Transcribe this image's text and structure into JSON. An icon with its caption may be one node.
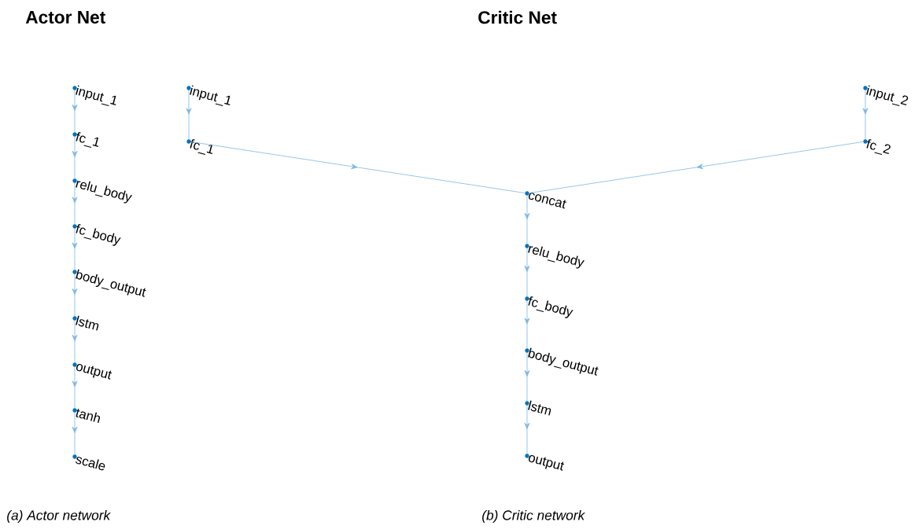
{
  "diagram": {
    "nodes": [
      {
        "text": [
          "input_1"
        ]
      },
      {
        "text": [
          "fc_1"
        ]
      },
      {
        "text": [
          "relu_body"
        ]
      },
      {
        "text": [
          "fc_body"
        ]
      },
      {
        "text": [
          "body_output"
        ]
      },
      {
        "text": [
          "lstm"
        ]
      },
      {
        "text": [
          "output"
        ]
      },
      {
        "text": [
          "tanh"
        ]
      },
      {
        "text": [
          "scale"
        ]
      },
      {
        "text": [
          "input_1"
        ]
      },
      {
        "text": [
          "input_2"
        ]
      },
      {
        "text": [
          "fc_1"
        ]
      },
      {
        "text": [
          "fc_2"
        ]
      },
      {
        "text": [
          "concat"
        ]
      },
      {
        "text": [
          "relu_body"
        ]
      },
      {
        "text": [
          "fc_body"
        ]
      },
      {
        "text": [
          "body_output"
        ]
      },
      {
        "text": [
          "lstm"
        ]
      },
      {
        "text": [
          "output"
        ]
      }
    ],
    "edges": [
      {
        "from": 0,
        "to": 1,
        "arrow": "to"
      },
      {
        "from": 1,
        "to": 2,
        "arrow": "to"
      },
      {
        "from": 2,
        "to": 3,
        "arrow": "to"
      },
      {
        "from": 3,
        "to": 4,
        "arrow": "to"
      },
      {
        "from": 4,
        "to": 5,
        "arrow": "to"
      },
      {
        "from": 5,
        "to": 6,
        "arrow": "to"
      },
      {
        "from": 6,
        "to": 7,
        "arrow": "to"
      },
      {
        "from": 7,
        "to": 8,
        "arrow": "to"
      },
      {
        "from": 9,
        "to": 11,
        "arrow": "to"
      },
      {
        "from": 10,
        "to": 12,
        "arrow": "to"
      },
      {
        "from": 11,
        "to": 13,
        "arrow": "to"
      },
      {
        "from": 12,
        "to": 13,
        "arrow": "to"
      },
      {
        "from": 13,
        "to": 14,
        "arrow": "to"
      },
      {
        "from": 14,
        "to": 15,
        "arrow": "to"
      },
      {
        "from": 15,
        "to": 16,
        "arrow": "to"
      },
      {
        "from": 16,
        "to": 17,
        "arrow": "to"
      },
      {
        "from": 17,
        "to": 18,
        "arrow": "to"
      }
    ],
    "labels": [
      "Actor Net",
      "Critic Net",
      "(a) Actor network",
      "(b) Critic network"
    ]
  }
}
